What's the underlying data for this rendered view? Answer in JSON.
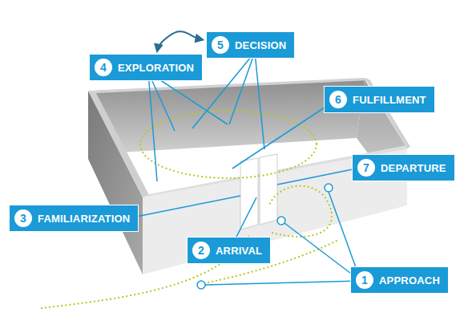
{
  "diagram": {
    "nodes": [
      {
        "text": [
          "4",
          "EXPLORATION"
        ]
      },
      {
        "text": [
          "5",
          "DECISION"
        ]
      },
      {
        "text": [
          "6",
          "FULFILLMENT"
        ]
      },
      {
        "text": [
          "7",
          "DEPARTURE"
        ]
      },
      {
        "text": [
          "3",
          "FAMILIARIZATION"
        ]
      },
      {
        "text": [
          "2",
          "ARRIVAL"
        ]
      },
      {
        "text": [
          "1",
          "APPROACH"
        ]
      }
    ],
    "edges": [
      {
        "from": 0,
        "to": 1,
        "arrow": "both"
      }
    ]
  }
}
